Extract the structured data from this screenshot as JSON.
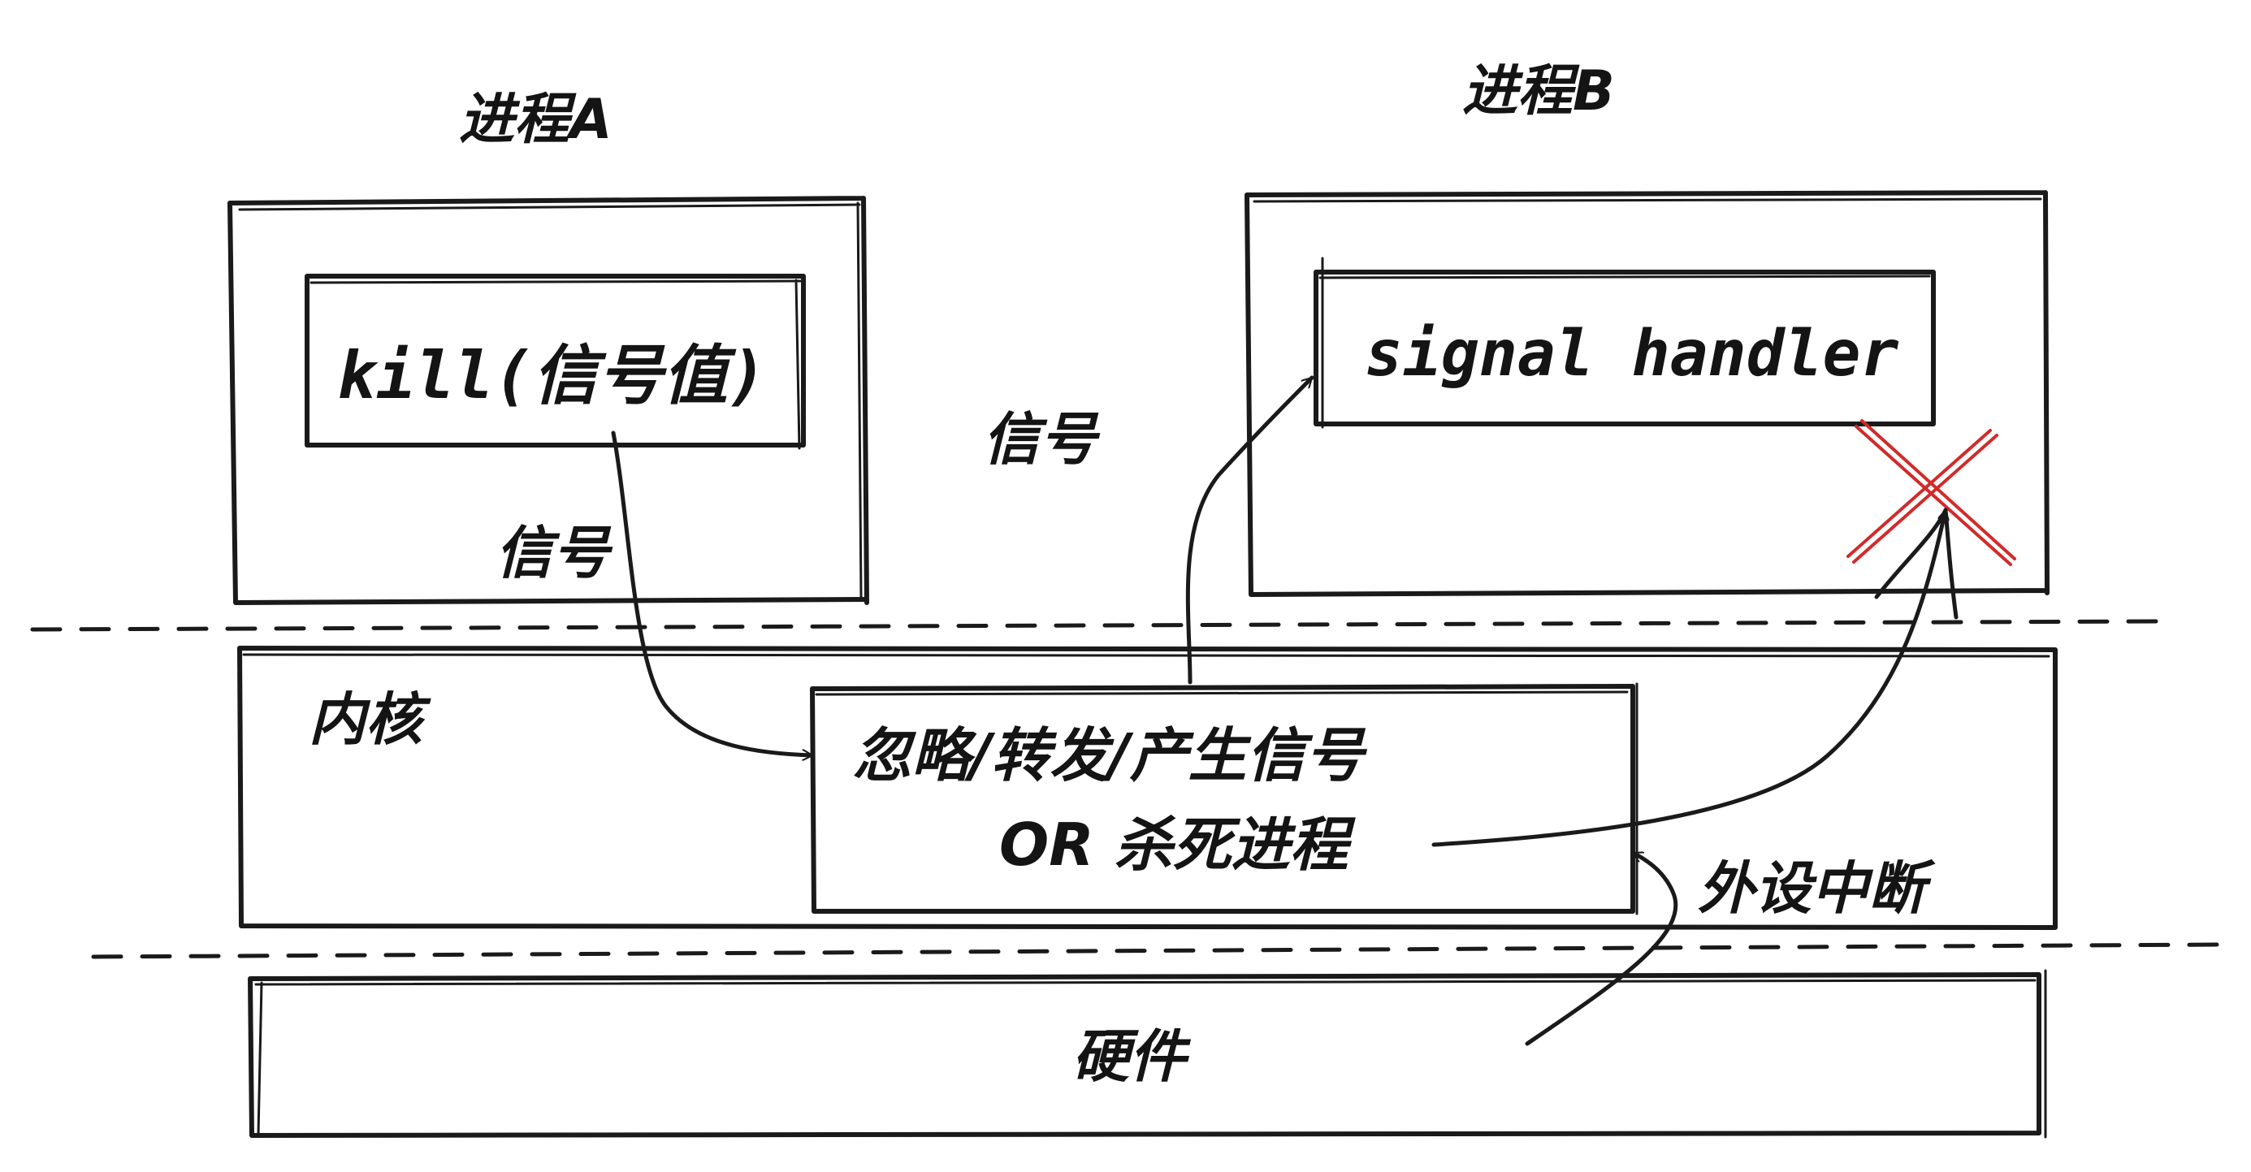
{
  "labels": {
    "process_a_title": "进程A",
    "process_b_title": "进程B",
    "kill_call": "kill(信号值)",
    "signal_handler": "signal handler",
    "signal_label_a": "信号",
    "signal_label_b": "信号",
    "kernel_title": "内核",
    "kernel_action_line1": "忽略/转发/产生信号",
    "kernel_action_line2": "OR 杀死进程",
    "device_interrupt": "外设中断",
    "hardware": "硬件"
  },
  "colors": {
    "ink": "#1a1a1a",
    "cross": "#d22a2a",
    "background": "#ffffff"
  }
}
